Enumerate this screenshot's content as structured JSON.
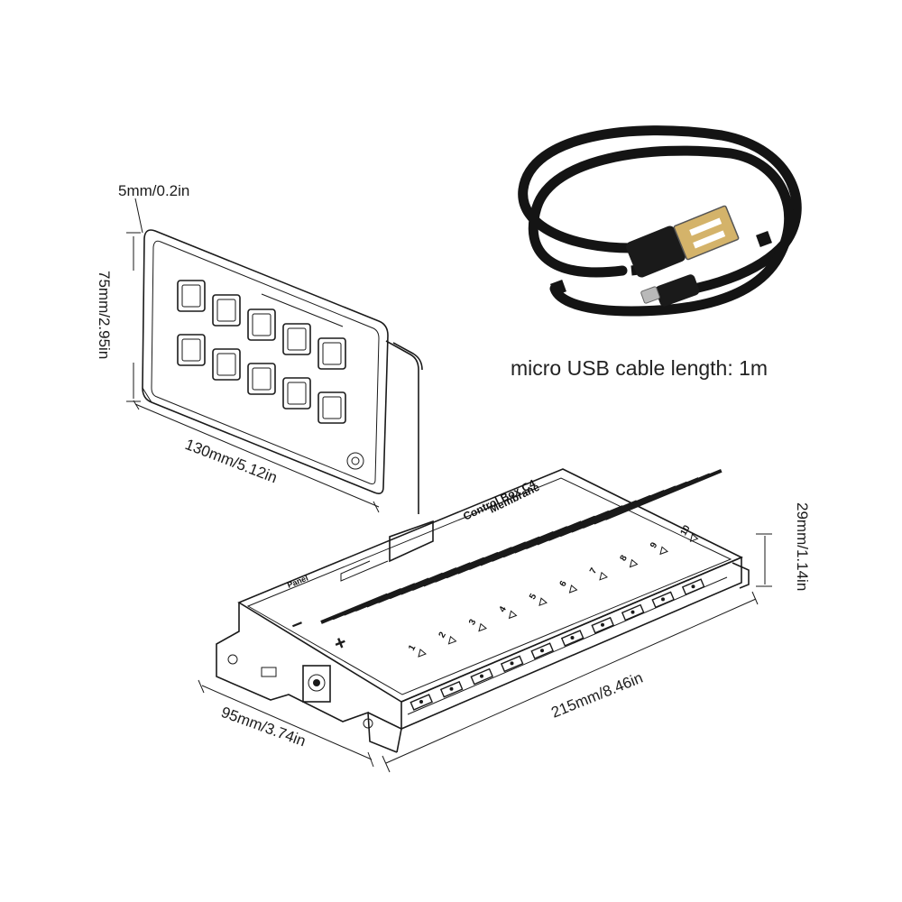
{
  "dimensions": {
    "panel_thickness": "5mm/0.2in",
    "panel_height": "75mm/2.95in",
    "panel_width": "130mm/5.12in",
    "box_height": "29mm/1.14in",
    "box_length": "215mm/8.46in",
    "box_width": "95mm/3.74in"
  },
  "cable": {
    "label": "micro USB cable length: 1m"
  },
  "box": {
    "brand_line1": "Membrane",
    "brand_line2": "Control Box C4",
    "panel_port_label": "Panel",
    "plus_label": "+",
    "minus_label": "–",
    "channel_numbers": [
      "1",
      "2",
      "3",
      "4",
      "5",
      "6",
      "7",
      "8",
      "9",
      "10"
    ]
  },
  "colors": {
    "line": "#1a1a1a",
    "cable": "#141414",
    "background": "#ffffff"
  }
}
